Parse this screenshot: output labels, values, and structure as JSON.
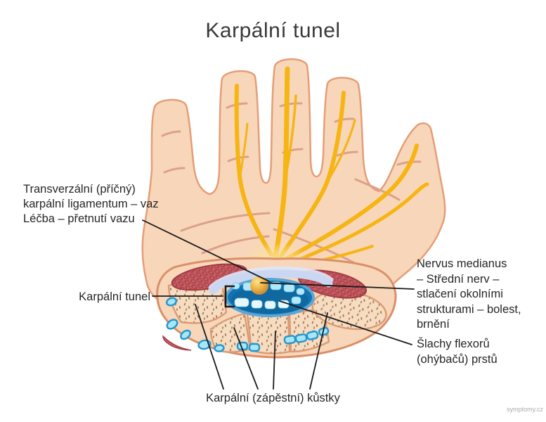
{
  "title": "Karpální tunel",
  "watermark": "symptomy.cz",
  "labels": {
    "ligament": {
      "lines": [
        "Transverzální (příčný)",
        "karpální ligamentum – vaz",
        "Léčba – přetnutí vazu"
      ]
    },
    "tunnel": {
      "text": "Karpální tunel"
    },
    "median_nerve": {
      "lines": [
        "Nervus medianus",
        "– Střední nerv –",
        "stlačení okolními",
        "strukturami – bolest,",
        "brnění"
      ]
    },
    "flexor_tendons": {
      "lines": [
        "Šlachy flexorů",
        "(ohýbačů) prstů"
      ]
    },
    "carpal_bones": {
      "text": "Karpální (zápěstní) kůstky"
    }
  },
  "colors": {
    "skin": "#F8D6B9",
    "skinOutline": "#E49E78",
    "wristOutline": "#DA9068",
    "crease": "#DCA189",
    "nerve": "#F6B513",
    "nerveLight": "#FBE3A0",
    "muscle": "#C75E63",
    "muscleDark": "#A23C46",
    "bone": "#F6DCC1",
    "boneOutline": "#DA9B74",
    "boneDot": "#A97D58",
    "tunnel": "#1273B0",
    "tunnelRim": "#5AA7D8",
    "tendon": "#B3E8FA",
    "tendonLight": "#E6F8FE",
    "ligament": "#C9D7F3",
    "ligamentLight": "#DEE7F9",
    "vessel": "#A7E6F9",
    "vesselOutline": "#2496CE",
    "leader": "#1A1A1A",
    "title": "#3A3A3A",
    "text": "#262626",
    "watermark": "#A9A9A9"
  }
}
